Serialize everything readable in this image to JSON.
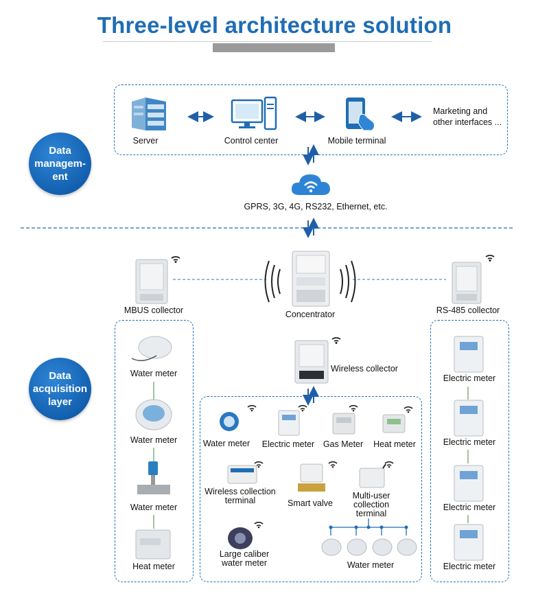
{
  "title": "Three-level architecture solution",
  "layers": {
    "management": "Data managem-ent",
    "acquisition": "Data acquisition layer"
  },
  "management": {
    "server": "Server",
    "control_center": "Control center",
    "mobile_terminal": "Mobile terminal",
    "marketing": "Marketing and other interfaces ..."
  },
  "network": "GPRS, 3G, 4G, RS232, Ethernet, etc.",
  "collectors": {
    "mbus": "MBUS collector",
    "concentrator": "Concentrator",
    "rs485": "RS-485 collector",
    "wireless": "Wireless collector"
  },
  "left_devices": [
    "Water meter",
    "Water meter",
    "Water meter",
    "Heat meter"
  ],
  "right_devices": [
    "Electric meter",
    "Electric meter",
    "Electric meter",
    "Electric meter"
  ],
  "middle_devices": {
    "water": "Water meter",
    "electric": "Electric meter",
    "gas": "Gas Meter",
    "heat": "Heat meter",
    "wireless_terminal": "Wireless collection terminal",
    "smart_valve": "Smart valve",
    "multi_user": "Multi-user collection terminal",
    "large_caliber": "Large caliber water meter",
    "water_group": "Water meter"
  },
  "colors": {
    "accent": "#1f6db4",
    "circle": "#1765b8",
    "arrow": "#1f5fa8"
  }
}
